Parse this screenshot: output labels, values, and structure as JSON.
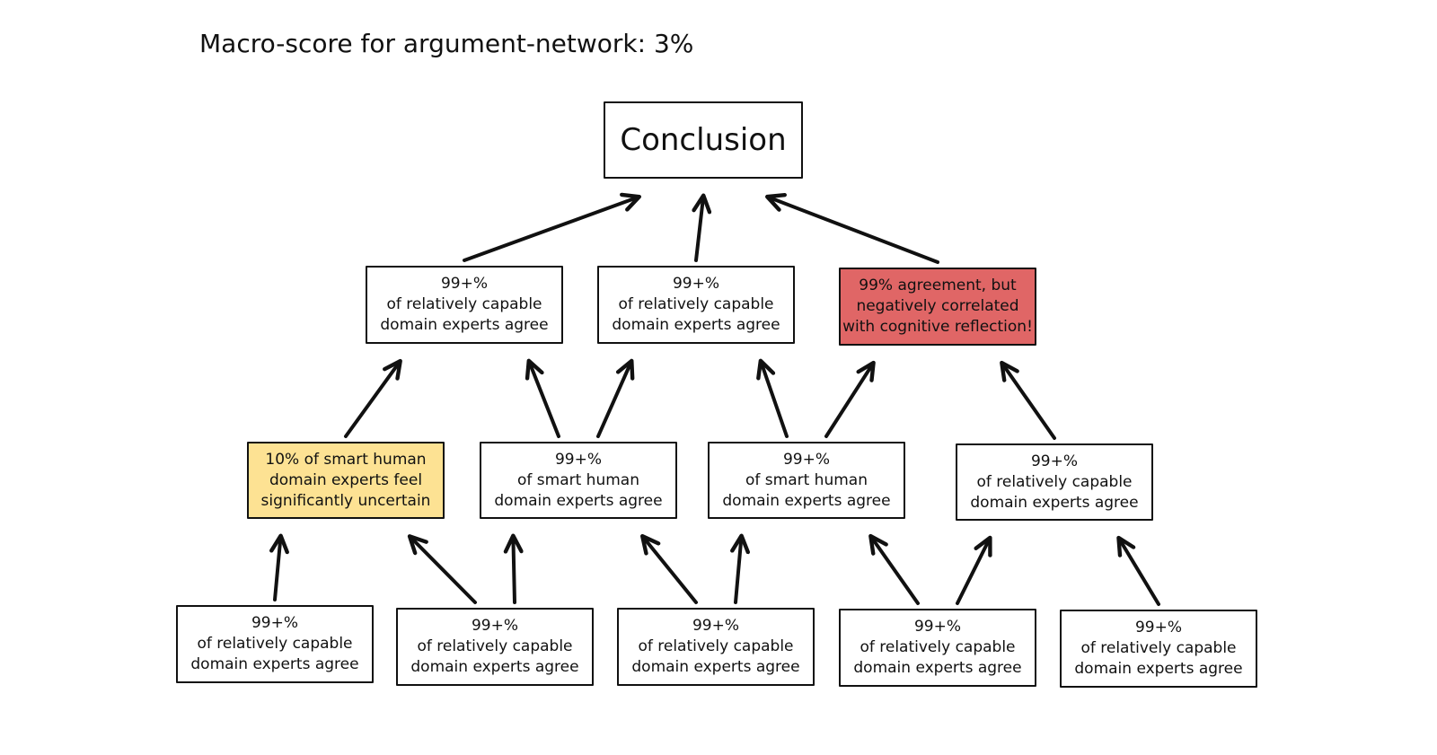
{
  "title": "Macro-score for argument-network: 3%",
  "colors": {
    "stroke": "#111111",
    "box_fill": "#ffffff",
    "warning_fill": "#fde293",
    "negative_fill": "#e06666"
  },
  "nodes": {
    "conclusion": {
      "lines": [
        "Conclusion"
      ]
    },
    "l1_a": {
      "lines": [
        "99+%",
        "of relatively capable",
        "domain experts agree"
      ]
    },
    "l1_b": {
      "lines": [
        "99+%",
        "of relatively capable",
        "domain experts agree"
      ]
    },
    "l1_c": {
      "lines": [
        "99% agreement, but",
        "negatively correlated",
        "with cognitive reflection!"
      ]
    },
    "l2_a": {
      "lines": [
        "10% of smart human",
        "domain experts feel",
        "significantly uncertain"
      ]
    },
    "l2_b": {
      "lines": [
        "99+%",
        "of smart human",
        "domain experts agree"
      ]
    },
    "l2_c": {
      "lines": [
        "99+%",
        "of smart human",
        "domain experts agree"
      ]
    },
    "l2_d": {
      "lines": [
        "99+%",
        "of relatively capable",
        "domain experts agree"
      ]
    },
    "l3_a": {
      "lines": [
        "99+%",
        "of relatively capable",
        "domain experts agree"
      ]
    },
    "l3_b": {
      "lines": [
        "99+%",
        "of relatively capable",
        "domain experts agree"
      ]
    },
    "l3_c": {
      "lines": [
        "99+%",
        "of relatively capable",
        "domain experts agree"
      ]
    },
    "l3_d": {
      "lines": [
        "99+%",
        "of relatively capable",
        "domain experts agree"
      ]
    },
    "l3_e": {
      "lines": [
        "99+%",
        "of relatively capable",
        "domain experts agree"
      ]
    }
  },
  "edges": [
    {
      "from": "l1_a",
      "to": "conclusion"
    },
    {
      "from": "l1_b",
      "to": "conclusion"
    },
    {
      "from": "l1_c",
      "to": "conclusion"
    },
    {
      "from": "l2_a",
      "to": "l1_a"
    },
    {
      "from": "l2_b",
      "to": "l1_a"
    },
    {
      "from": "l2_b",
      "to": "l1_b"
    },
    {
      "from": "l2_c",
      "to": "l1_b"
    },
    {
      "from": "l2_c",
      "to": "l1_c"
    },
    {
      "from": "l2_d",
      "to": "l1_c"
    },
    {
      "from": "l3_a",
      "to": "l2_a"
    },
    {
      "from": "l3_b",
      "to": "l2_a"
    },
    {
      "from": "l3_b",
      "to": "l2_b"
    },
    {
      "from": "l3_c",
      "to": "l2_b"
    },
    {
      "from": "l3_c",
      "to": "l2_c"
    },
    {
      "from": "l3_d",
      "to": "l2_c"
    },
    {
      "from": "l3_d",
      "to": "l2_d"
    },
    {
      "from": "l3_e",
      "to": "l2_d"
    }
  ]
}
